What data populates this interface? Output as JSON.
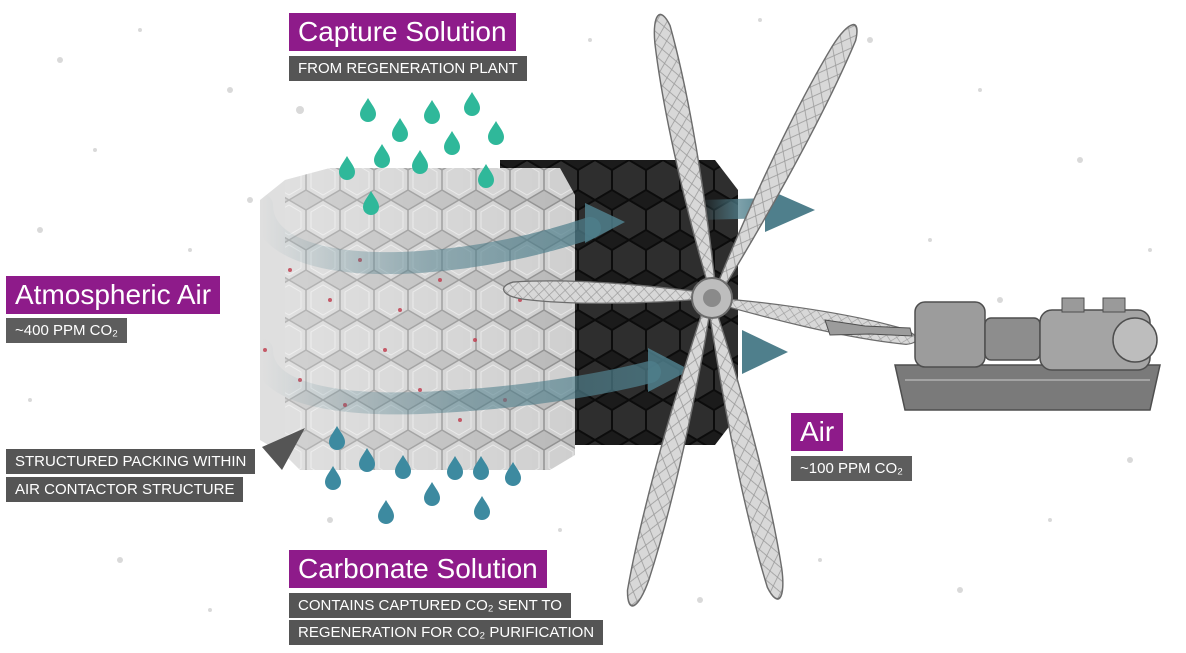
{
  "capture": {
    "title": "Capture Solution",
    "subtitle": "FROM REGENERATION PLANT"
  },
  "atmospheric": {
    "title": "Atmospheric Air",
    "subtitle": "~400 PPM CO₂"
  },
  "packing": {
    "line1": "STRUCTURED PACKING WITHIN",
    "line2": "AIR CONTACTOR STRUCTURE"
  },
  "carbonate": {
    "title": "Carbonate Solution",
    "line1": "CONTAINS CAPTURED CO₂ SENT TO",
    "line2": "REGENERATION FOR CO₂ PURIFICATION"
  },
  "outlet": {
    "title": "Air",
    "subtitle": "~100 PPM CO₂"
  },
  "colors": {
    "label_title_bg": "#8e1b8a",
    "label_sub_bg": "#555555",
    "capture_drop": "#2fb89a",
    "carbonate_drop": "#3d8aa0",
    "airflow_arrow": "#4f7f8c"
  }
}
